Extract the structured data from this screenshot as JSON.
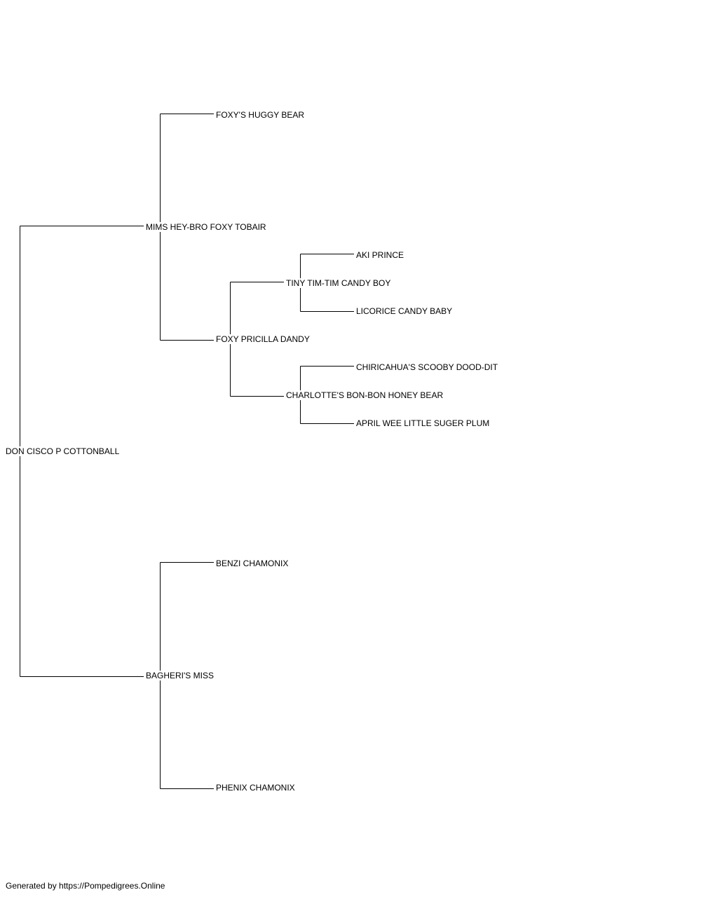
{
  "pedigree": {
    "subject": "DON CISCO P COTTONBALL",
    "sire": "MIMS HEY-BRO FOXY TOBAIR",
    "dam": "BAGHERI'S MISS",
    "sire_sire": "FOXY'S HUGGY BEAR",
    "sire_dam": "FOXY PRICILLA DANDY",
    "sire_dam_sire": "TINY TIM-TIM CANDY BOY",
    "sire_dam_dam": "CHARLOTTE'S BON-BON HONEY BEAR",
    "sire_dam_sire_sire": "AKI PRINCE",
    "sire_dam_sire_dam": "LICORICE CANDY BABY",
    "sire_dam_dam_sire": "CHIRICAHUA'S SCOOBY DOOD-DIT",
    "sire_dam_dam_dam": "APRIL WEE LITTLE SUGER PLUM",
    "dam_sire": "BENZI CHAMONIX",
    "dam_dam": "PHENIX CHAMONIX"
  },
  "footer": {
    "text": "Generated by https://Pompedigrees.Online"
  },
  "colors": {
    "line": "#000000",
    "text": "#000000",
    "background": "#ffffff"
  }
}
